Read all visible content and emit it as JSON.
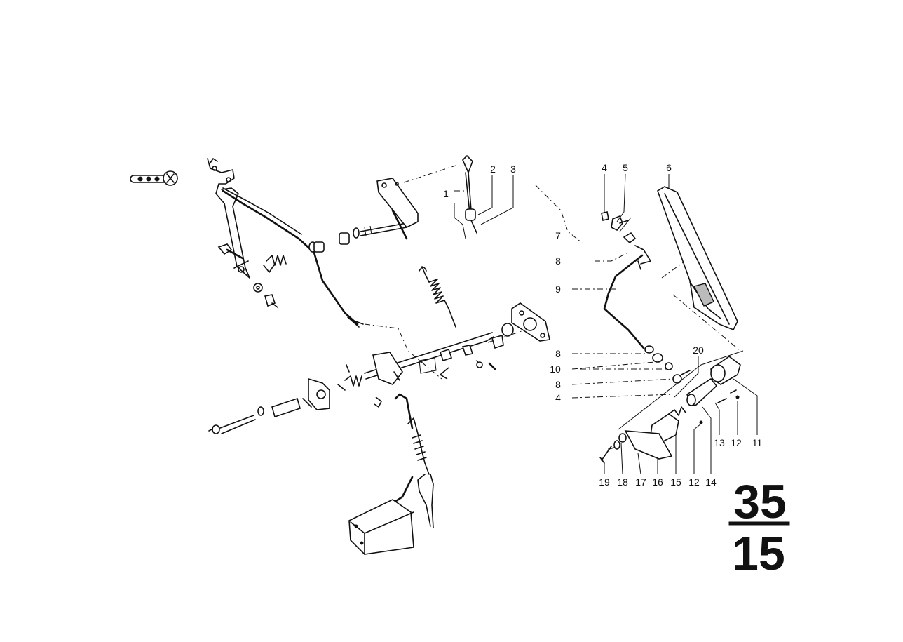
{
  "callouts": [
    {
      "id": "c1",
      "text": "1"
    },
    {
      "id": "c2",
      "text": "2"
    },
    {
      "id": "c3",
      "text": "3"
    },
    {
      "id": "c4a",
      "text": "4"
    },
    {
      "id": "c5",
      "text": "5"
    },
    {
      "id": "c6",
      "text": "6"
    },
    {
      "id": "c7",
      "text": "7"
    },
    {
      "id": "c8a",
      "text": "8"
    },
    {
      "id": "c9",
      "text": "9"
    },
    {
      "id": "c8b",
      "text": "8"
    },
    {
      "id": "c10",
      "text": "10"
    },
    {
      "id": "c8c",
      "text": "8"
    },
    {
      "id": "c4b",
      "text": "4"
    },
    {
      "id": "c20",
      "text": "20"
    },
    {
      "id": "c11",
      "text": "11"
    },
    {
      "id": "c12a",
      "text": "12"
    },
    {
      "id": "c13",
      "text": "13"
    },
    {
      "id": "c12b",
      "text": "12"
    },
    {
      "id": "c14",
      "text": "14"
    },
    {
      "id": "c15",
      "text": "15"
    },
    {
      "id": "c16",
      "text": "16"
    },
    {
      "id": "c17",
      "text": "17"
    },
    {
      "id": "c18",
      "text": "18"
    },
    {
      "id": "c19",
      "text": "19"
    }
  ],
  "group_code": {
    "top": "35",
    "bottom": "15"
  }
}
